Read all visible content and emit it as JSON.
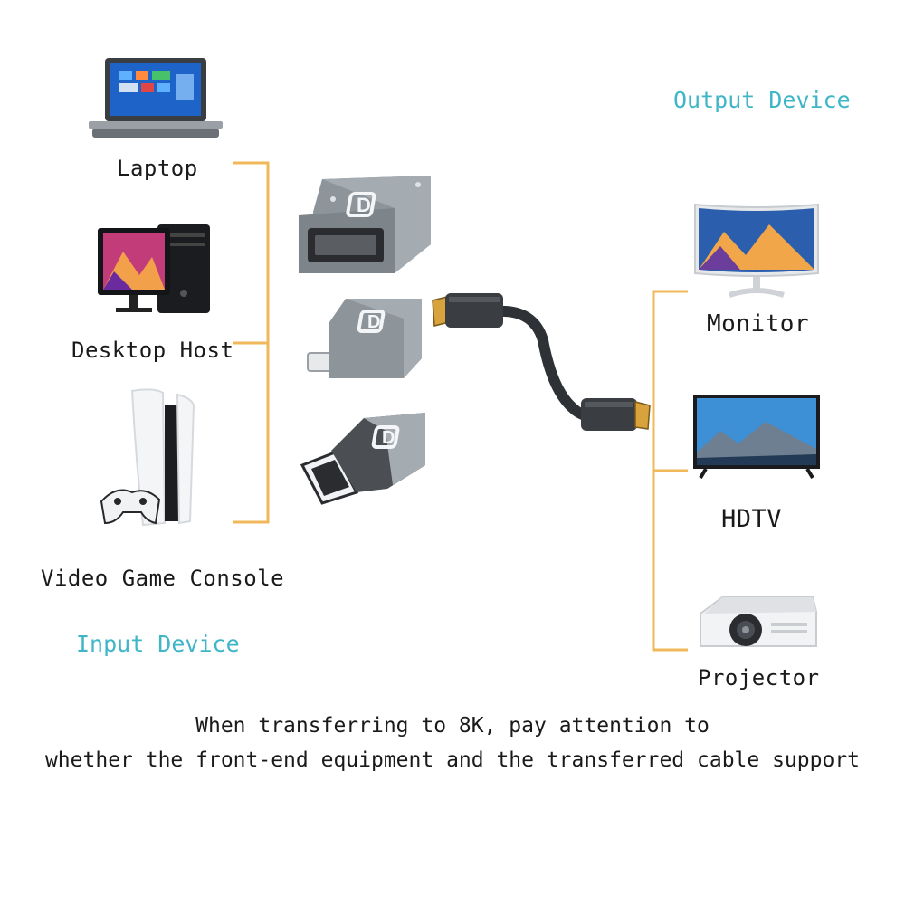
{
  "input": {
    "heading": "Input Device",
    "devices": [
      "Laptop",
      "Desktop Host",
      "Video Game Console"
    ]
  },
  "output": {
    "heading": "Output Device",
    "devices": [
      "Monitor",
      "HDTV",
      "Projector"
    ]
  },
  "adapter": {
    "logo_letter": "D"
  },
  "note": {
    "line1": "When transferring to 8K, pay attention to",
    "line2": "whether the front-end equipment and the transferred cable support"
  },
  "colors": {
    "bracket": "#f0b85a",
    "heading": "#3fb6c8",
    "adapter_body": "#8d949a",
    "cable": "#2e3135"
  }
}
